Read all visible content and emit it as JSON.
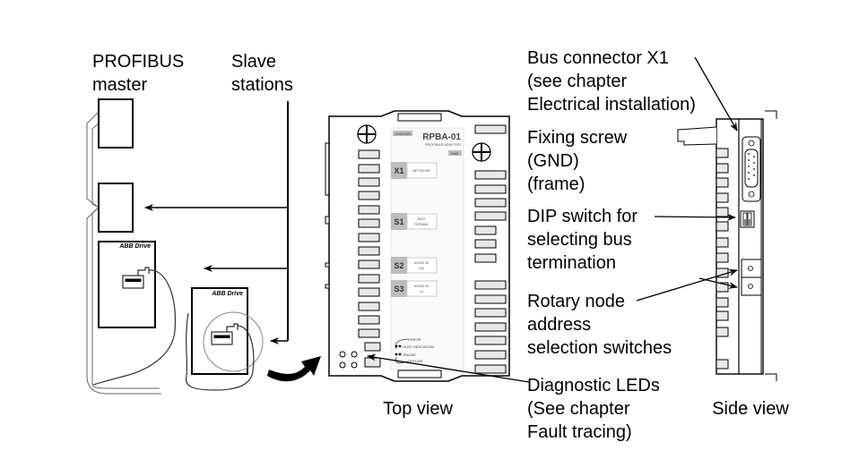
{
  "diagram": {
    "left_group": {
      "master_label": [
        "PROFIBUS",
        "master"
      ],
      "slave_label": [
        "Slave",
        "stations"
      ],
      "drive_brand_1": "ABB Drive",
      "drive_brand_2": "ABB Drive"
    },
    "top_view": {
      "caption": "Top view",
      "chassis_tag": "CHASSIS",
      "model": "RPBA-01",
      "subtitle": "PROFIBUS ADAPTER",
      "gnd_tag": "GND",
      "blocks": [
        {
          "id": "X1",
          "label_lines": [
            "NETWORK"
          ]
        },
        {
          "id": "S1",
          "label_lines": [
            "BUS",
            "TERMIN."
          ]
        },
        {
          "id": "S2",
          "label_lines": [
            "NODE ID",
            "10x"
          ]
        },
        {
          "id": "S3",
          "label_lines": [
            "NODE ID",
            "1x"
          ]
        }
      ],
      "led_legend": [
        "ERROR",
        "HOST INDICATION",
        "ONLINE",
        "OFFLINE"
      ]
    },
    "side_view": {
      "caption": "Side view"
    },
    "callouts": {
      "bus_connector": [
        "Bus connector X1",
        "(see chapter",
        "Electrical installation)"
      ],
      "fixing_screw": [
        "Fixing screw",
        "(GND)",
        "(frame)"
      ],
      "dip_switch": [
        "DIP switch for",
        "selecting bus",
        "termination"
      ],
      "rotary_switches": [
        "Rotary node",
        "address",
        "selection switches"
      ],
      "diagnostic_leds": [
        "Diagnostic LEDs",
        "(See chapter",
        "Fault tracing)"
      ]
    }
  }
}
